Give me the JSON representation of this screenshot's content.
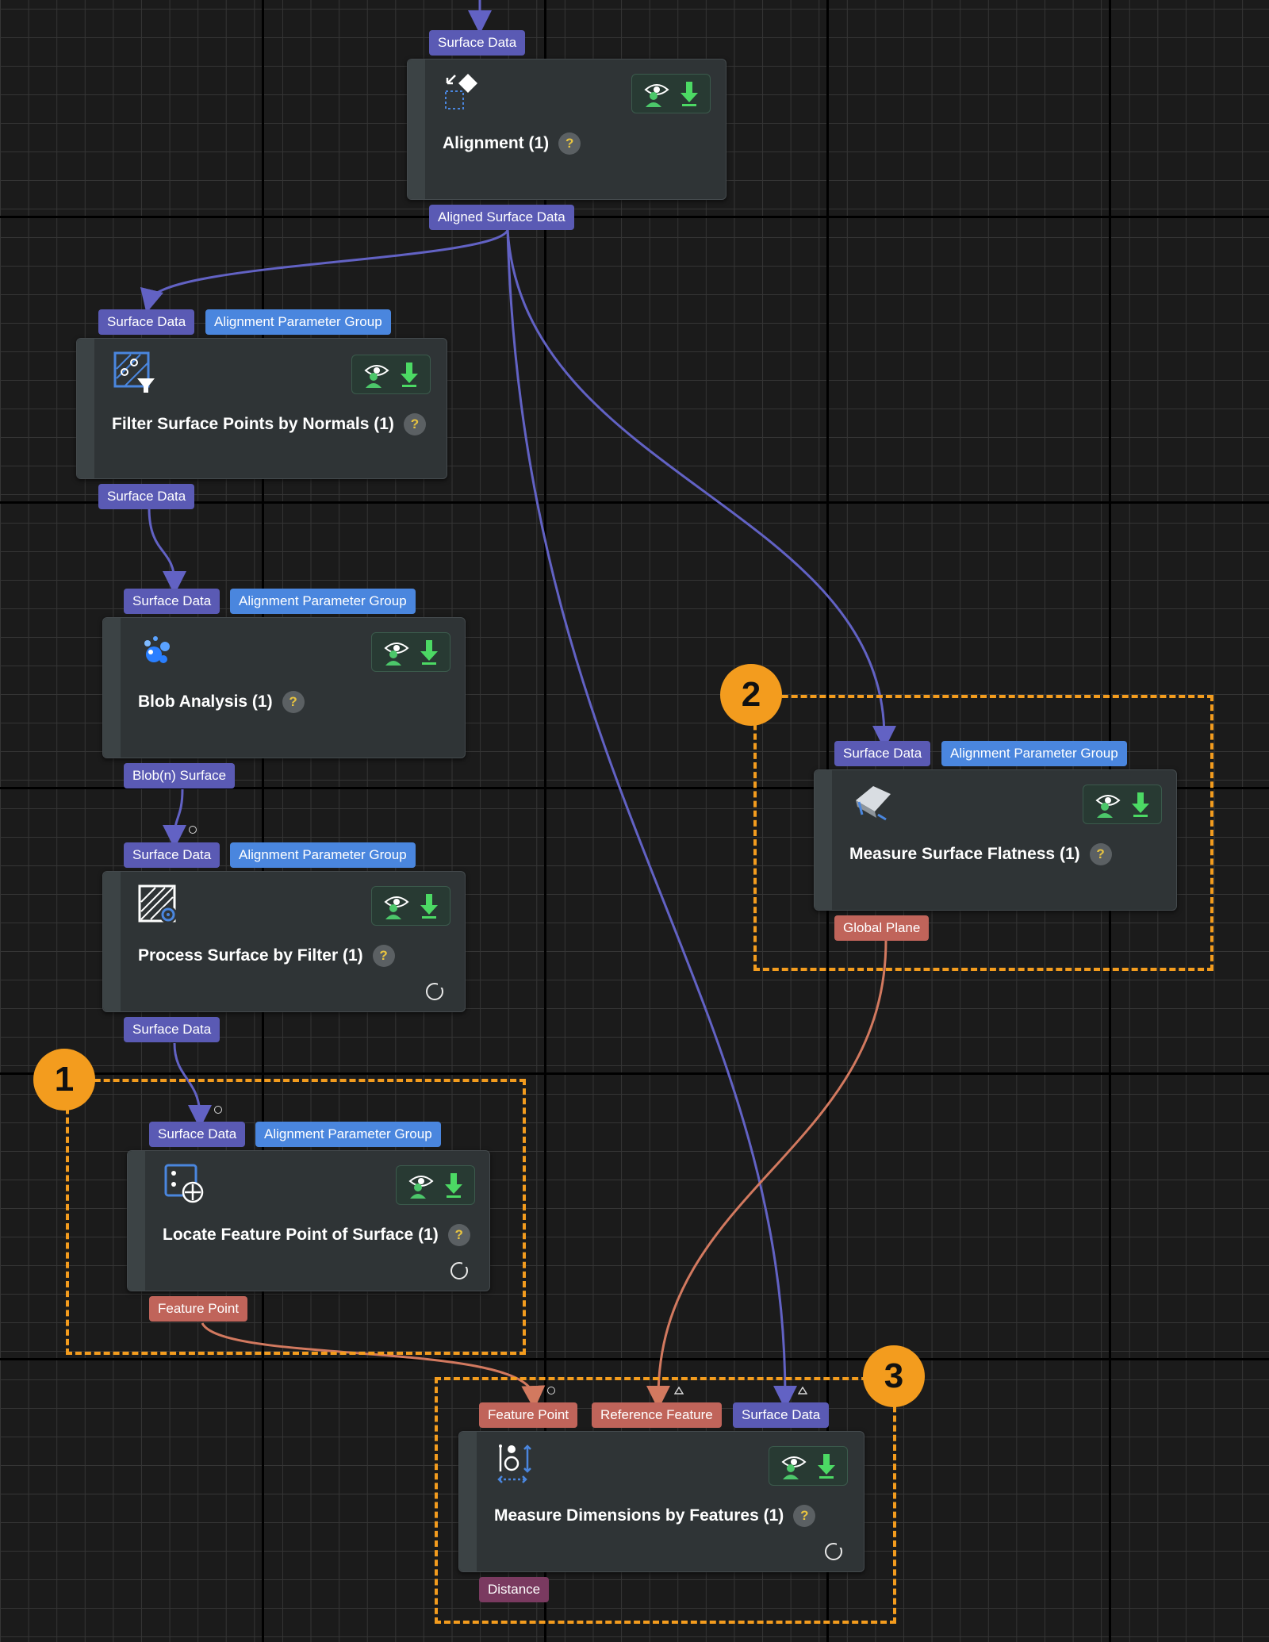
{
  "nodes": {
    "alignment": {
      "title": "Alignment (1)",
      "in": [
        "Surface Data"
      ],
      "out": [
        "Aligned Surface Data"
      ]
    },
    "filter": {
      "title": "Filter Surface Points by Normals (1)",
      "in": [
        "Surface Data",
        "Alignment Parameter Group"
      ],
      "out": [
        "Surface Data"
      ]
    },
    "blob": {
      "title": "Blob Analysis (1)",
      "in": [
        "Surface Data",
        "Alignment Parameter Group"
      ],
      "out": [
        "Blob(n) Surface"
      ]
    },
    "process": {
      "title": "Process Surface by Filter (1)",
      "in": [
        "Surface Data",
        "Alignment Parameter Group"
      ],
      "out": [
        "Surface Data"
      ]
    },
    "flatness": {
      "title": "Measure Surface Flatness (1)",
      "in": [
        "Surface Data",
        "Alignment Parameter Group"
      ],
      "out": [
        "Global Plane"
      ]
    },
    "locate": {
      "title": "Locate Feature Point of Surface (1)",
      "in": [
        "Surface Data",
        "Alignment Parameter Group"
      ],
      "out": [
        "Feature Point"
      ]
    },
    "measure": {
      "title": "Measure Dimensions by Features (1)",
      "in": [
        "Feature Point",
        "Reference Feature",
        "Surface Data"
      ],
      "out": [
        "Distance"
      ]
    }
  },
  "help_glyph": "?",
  "badges": {
    "one": "1",
    "two": "2",
    "three": "3"
  },
  "colors": {
    "surface_port": "#5a5ab4",
    "param_port": "#4a86de",
    "feature_port": "#c0645a",
    "distance_port": "#7a3a60",
    "highlight": "#f39c1e",
    "wire_data": "#6262c4",
    "wire_feature": "#d2795f"
  },
  "icons": {
    "alignment": "alignment-icon",
    "filter": "filter-normals-icon",
    "blob": "blob-icon",
    "process": "surface-filter-icon",
    "flatness": "flatness-icon",
    "locate": "feature-point-icon",
    "measure": "dimension-icon",
    "visibility": "eye-person-icon",
    "download": "download-arrow-icon",
    "refresh": "refresh-icon"
  }
}
